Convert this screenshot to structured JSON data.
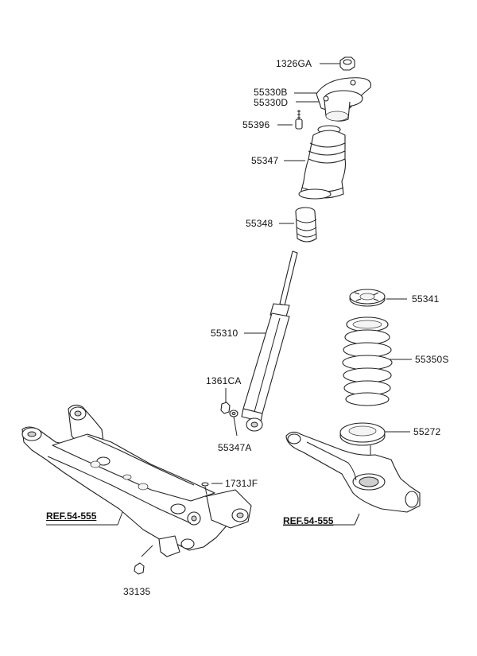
{
  "labels": {
    "nut_top": "1326GA",
    "mount_b": "55330B",
    "mount_d": "55330D",
    "bolt": "55396",
    "dust_cover": "55347",
    "bump_stopper": "55348",
    "shock_absorber": "55310",
    "nut_lower": "1361CA",
    "washer": "55347A",
    "spring_pad_upper": "55341",
    "coil_spring": "55350S",
    "spring_pad_lower": "55272",
    "plug": "1731JF",
    "bushing_nut": "33135"
  },
  "refs": {
    "subframe": "REF.54-555",
    "lower_arm": "REF.54-555"
  }
}
